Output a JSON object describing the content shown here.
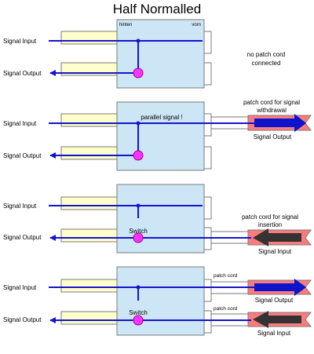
{
  "title": "Half Normalled",
  "colors": {
    "module_fill": "#cce6f5",
    "module_stroke": "#7a7a7a",
    "jack_fill": "#ffffcc",
    "socket_fill": "#ffffff",
    "signal": "#1414cc",
    "node": "#1414cc",
    "switch_fill": "#ff33ff",
    "switch_stroke": "#990099",
    "cord_fill": "#ff7a7a",
    "plug_blue": "#0a14cc",
    "plug_dark": "#333333"
  },
  "panels": [
    {
      "id": "no-patch",
      "module_labels": {
        "back": "hinten",
        "front": "vorn"
      },
      "input_label": "Signal Input",
      "output_label": "Signal Output",
      "note": [
        "no patch cord",
        "connected"
      ]
    },
    {
      "id": "withdrawal",
      "center_label": "parallel signal !",
      "input_label": "Signal Input",
      "output_label": "Signal Output",
      "cord_title": [
        "patch cord for signal",
        "withdrawal"
      ],
      "cord_caption": "Signal Output"
    },
    {
      "id": "insertion",
      "switch_label": "Switch",
      "input_label": "Signal Input",
      "output_label": "Signal Output",
      "cord_title": [
        "patch cord for signal",
        "insertion"
      ],
      "cord_caption": "Signal Input"
    },
    {
      "id": "both",
      "switch_label": "Switch",
      "input_label": "Signal Input",
      "output_label": "Signal Output",
      "cord_top_label": "patch cord",
      "cord_top_caption": "Signal Output",
      "cord_bottom_label": "patch cord",
      "cord_bottom_caption": "Signal Input"
    }
  ]
}
